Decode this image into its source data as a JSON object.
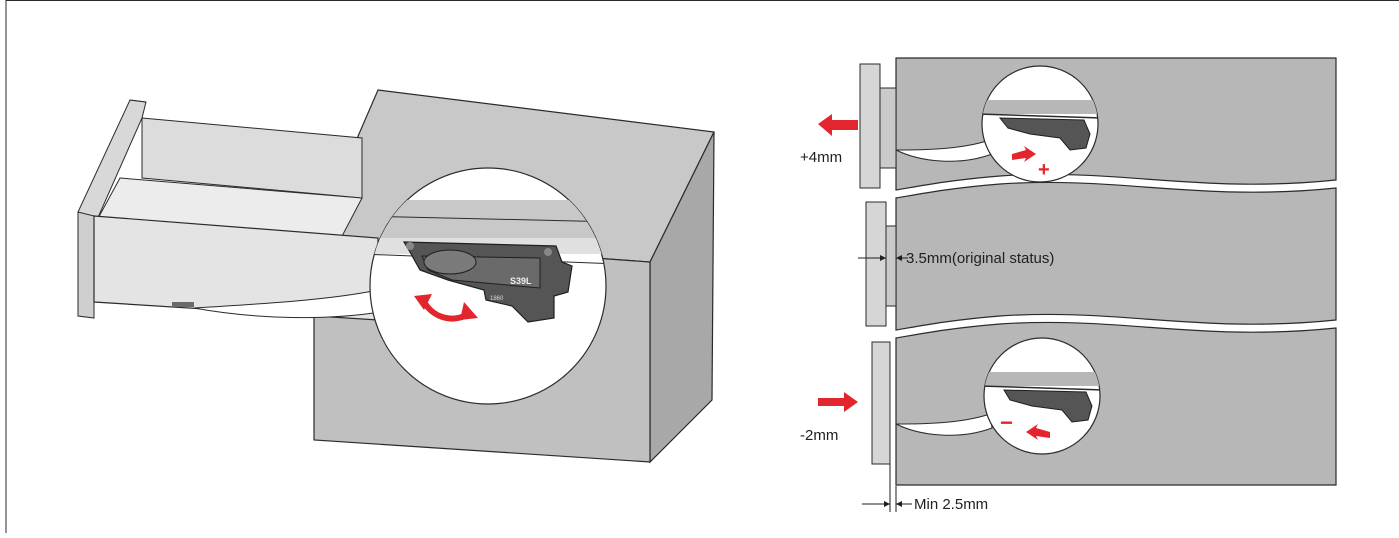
{
  "colors": {
    "panel_gray": "#c8c8c8",
    "panel_dark": "#a8a8a8",
    "drawer_light": "#e6e6e6",
    "line": "#2b2b2b",
    "part_dark": "#4a4a4a",
    "arrow_red": "#e3262d",
    "bg": "#ffffff"
  },
  "labels": {
    "plus_4mm": "+4mm",
    "original_status": "3.5mm(original status)",
    "minus_2mm": "-2mm",
    "min_gap": "Min 2.5mm",
    "part_code": "S39L",
    "part_code_small": "1860",
    "plus_sign": "+",
    "minus_sign": "−"
  },
  "icons": {
    "adjust": "curved-double-arrow-icon",
    "push_out": "arrow-left-icon",
    "push_in": "arrow-right-icon"
  }
}
